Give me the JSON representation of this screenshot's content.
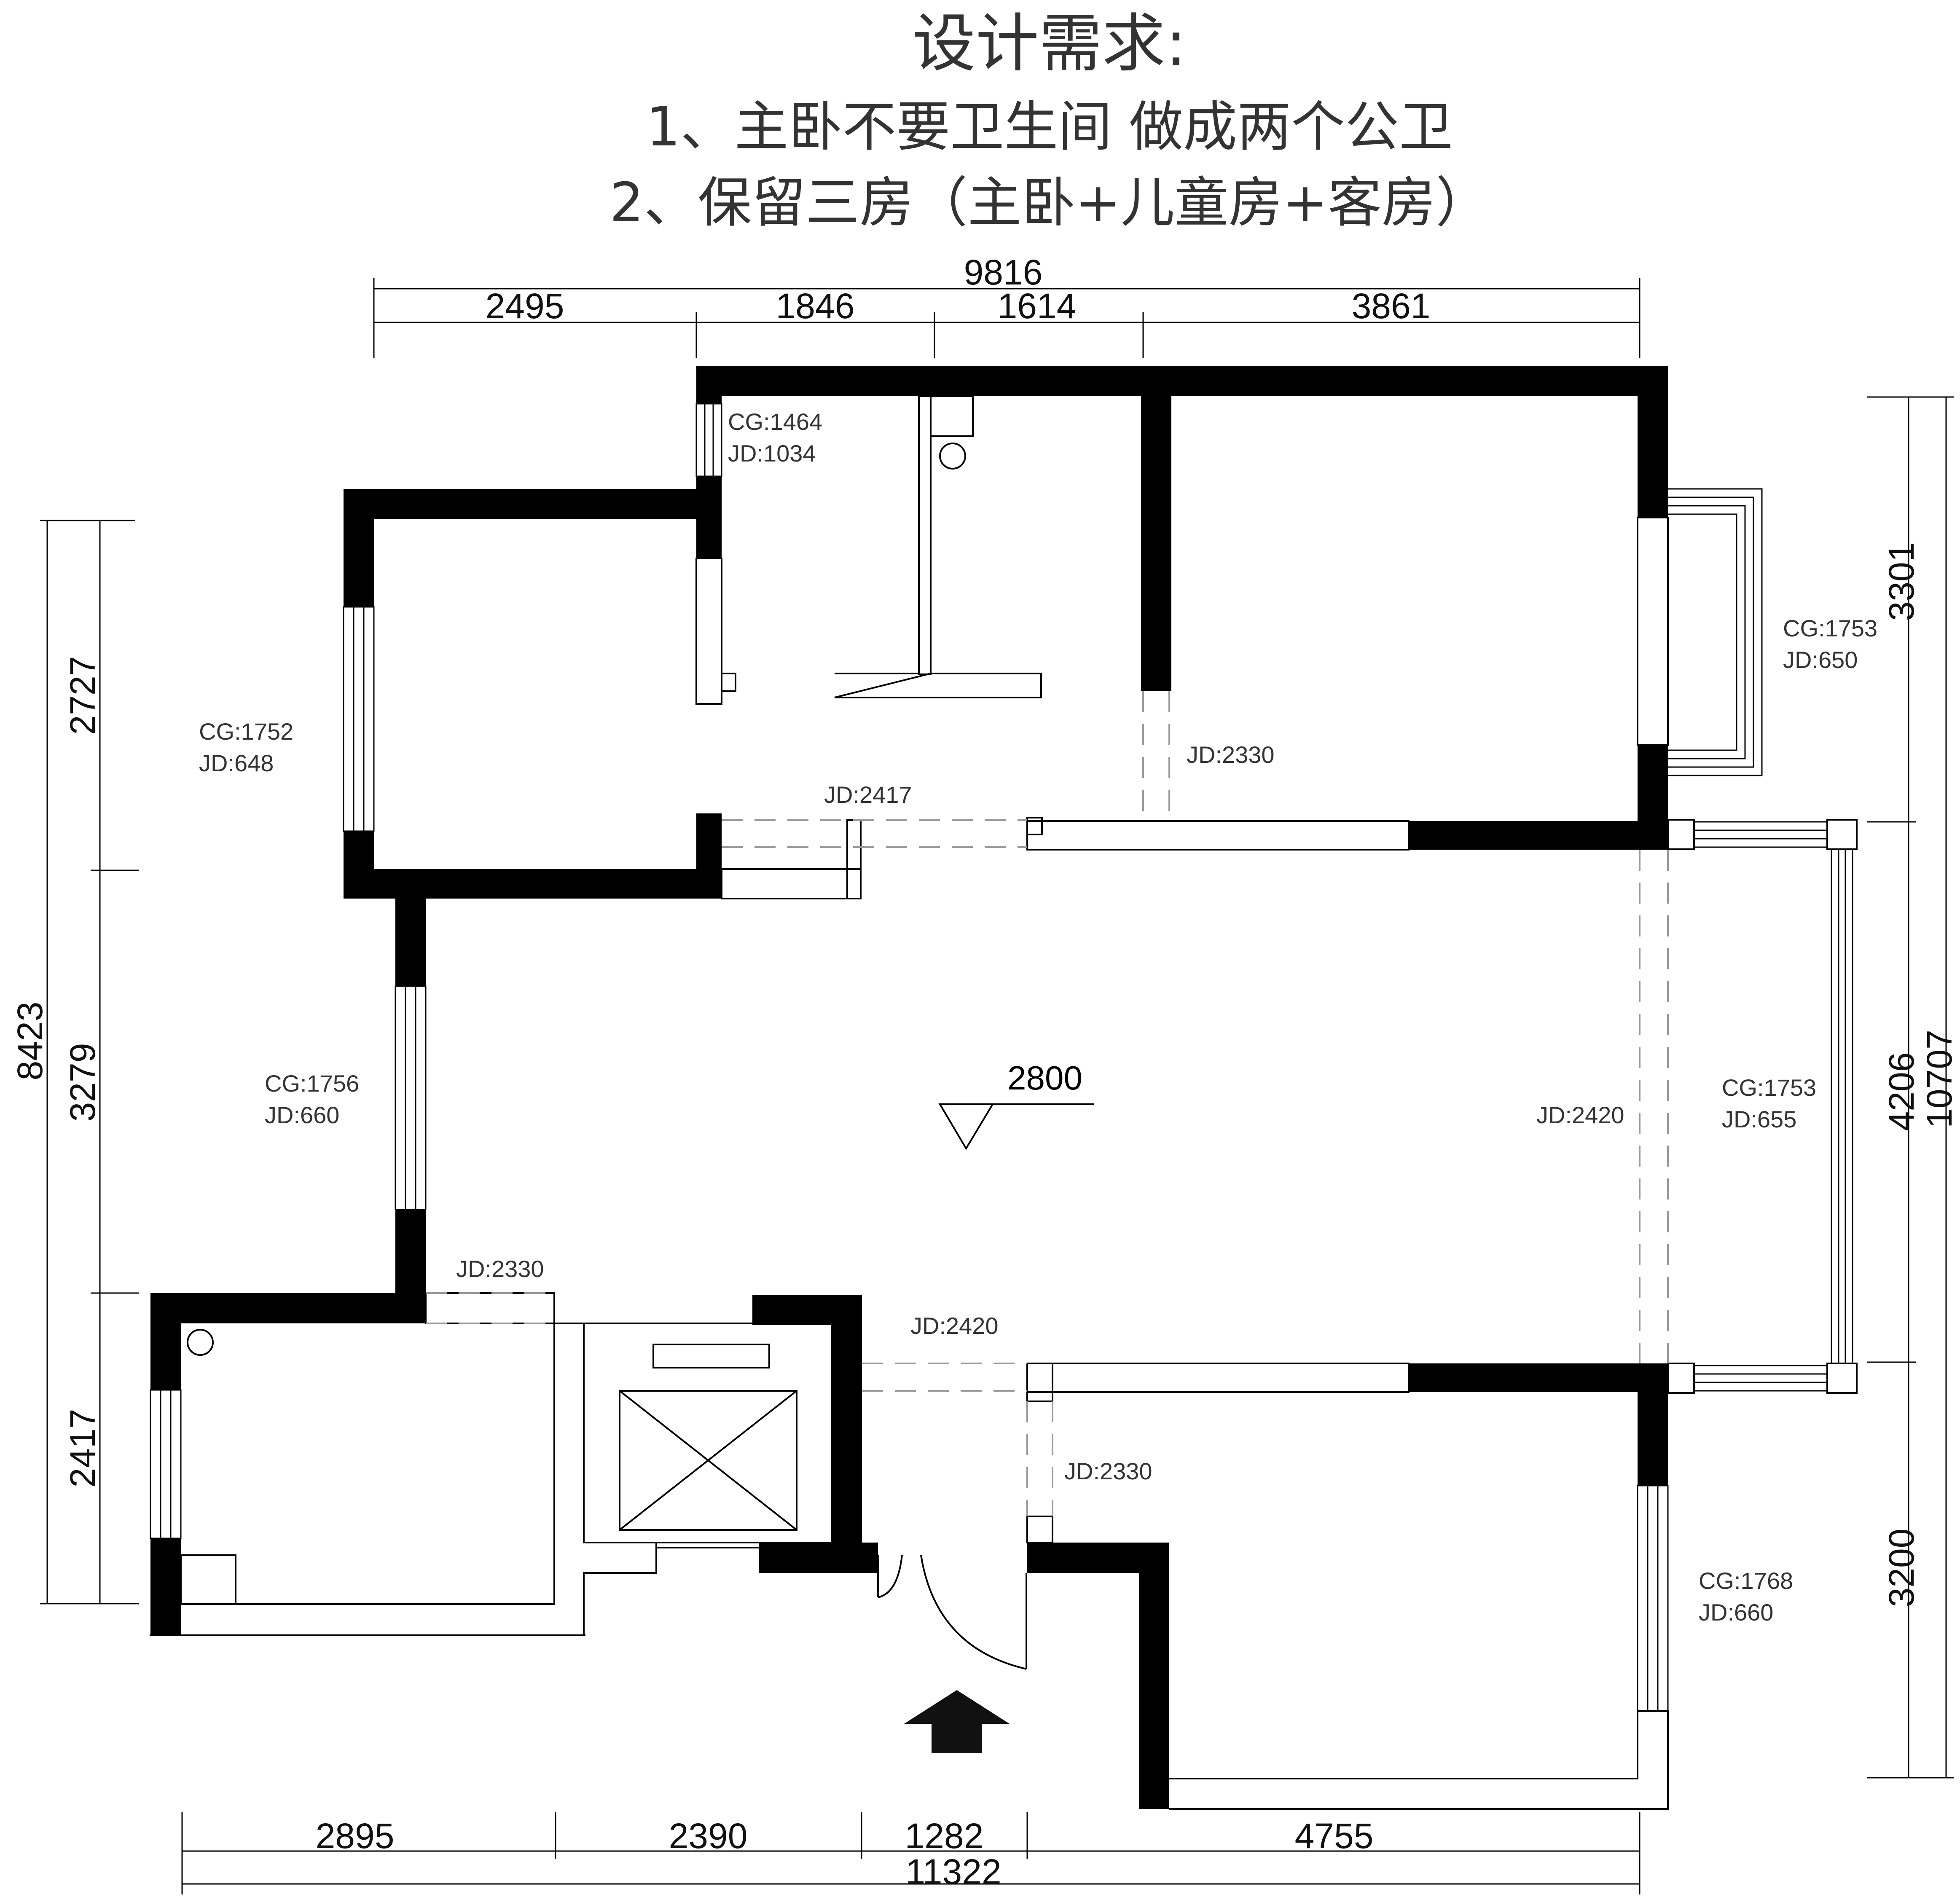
{
  "requirements": {
    "title": "设计需求:",
    "line1": "1、主卧不要卫生间 做成两个公卫",
    "line2": "2、保留三房（主卧+儿童房+客房）"
  },
  "dimensions": {
    "top_total": "9816",
    "top_segments": [
      "2495",
      "1846",
      "1614",
      "3861"
    ],
    "bottom_total": "11322",
    "bottom_segments": [
      "2895",
      "2390",
      "1282",
      "4755"
    ],
    "left_total": "8423",
    "left_segments": [
      "2727",
      "3279",
      "2417"
    ],
    "right_total": "10707",
    "right_segments": [
      "3301",
      "4206",
      "3200"
    ]
  },
  "openings": {
    "win_upper_bath": [
      "CG:1464",
      "JD:1034"
    ],
    "win_left_bedroom": [
      "CG:1752",
      "JD:648"
    ],
    "win_right_bedroom": [
      "CG:1753",
      "JD:650"
    ],
    "win_living_left": [
      "CG:1756",
      "JD:660"
    ],
    "win_balcony": [
      "CG:1753",
      "JD:655"
    ],
    "win_lower_bedroom": [
      "CG:1768",
      "JD:660"
    ],
    "door_top_bedroom": "JD:2330",
    "door_upper_hall": "JD:2417",
    "door_balcony": "JD:2420",
    "door_kitchen": "JD:2330",
    "door_lower_hall": "JD:2420",
    "door_lower_bedroom": "JD:2330"
  },
  "ceiling_height": "2800"
}
